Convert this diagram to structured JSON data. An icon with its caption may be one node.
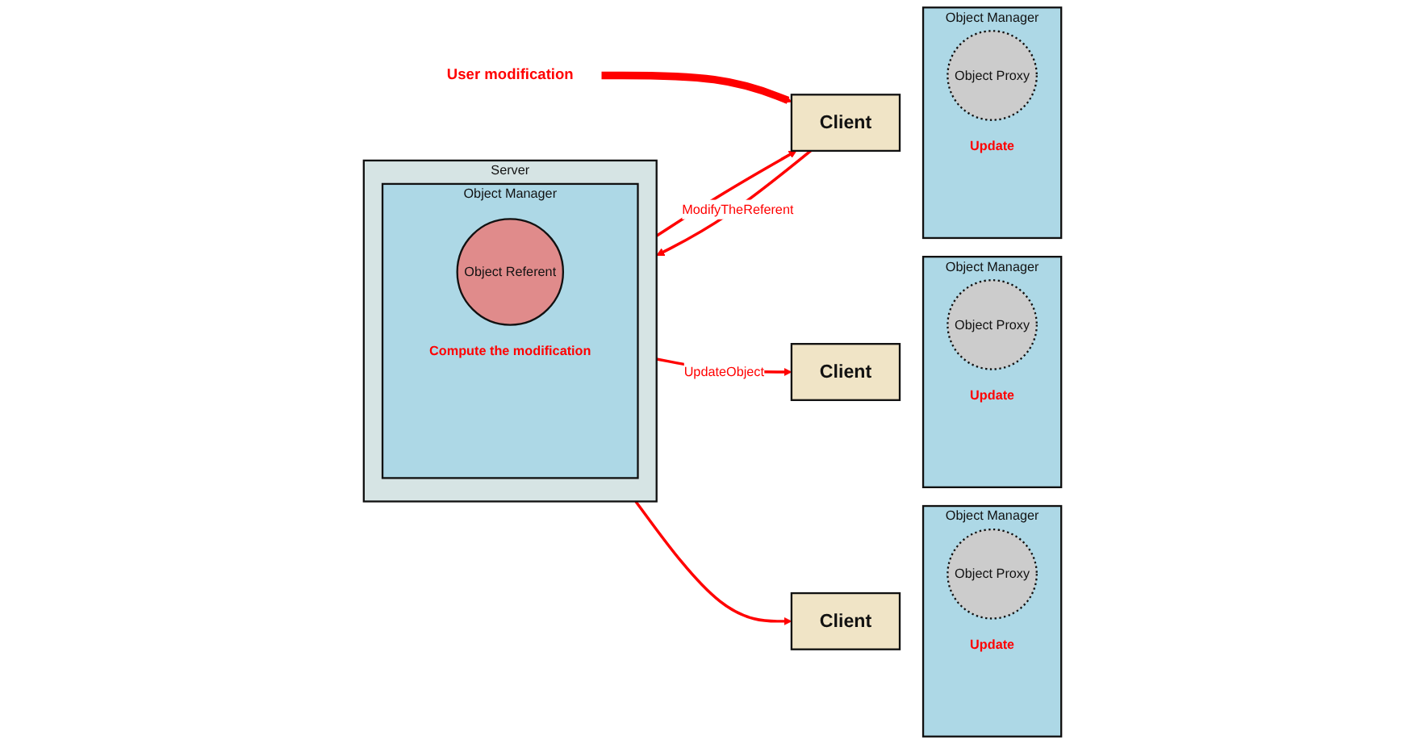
{
  "diagram": {
    "nodes": [
      {
        "text": [
          "Server"
        ]
      },
      {
        "text": [
          "Object Manager"
        ],
        "in": 0
      },
      {
        "text": [
          "Object Referent"
        ],
        "in": 1,
        "beside": [
          "Compute the modification"
        ]
      },
      {
        "text": [
          "Client"
        ]
      },
      {
        "text": [
          "Object Manager"
        ]
      },
      {
        "text": [
          "Object Proxy"
        ],
        "in": 4,
        "beside": [
          "Update"
        ]
      },
      {
        "text": [
          "Client"
        ]
      },
      {
        "text": [
          "Object Manager"
        ]
      },
      {
        "text": [
          "Object Proxy"
        ],
        "in": 7,
        "beside": [
          "Update"
        ]
      },
      {
        "text": [
          "Client"
        ]
      },
      {
        "text": [
          "Object Manager"
        ]
      },
      {
        "text": [
          "Object Proxy"
        ],
        "in": 10,
        "beside": [
          "Update"
        ]
      },
      {
        "text": [
          "User modification"
        ]
      }
    ],
    "edges": [
      {
        "from": 3,
        "to": 0,
        "arrow": "to",
        "label": "ModifyTheReferent"
      },
      {
        "from": 0,
        "to": 3,
        "arrow": "to"
      },
      {
        "from": 0,
        "to": 6,
        "arrow": "to",
        "label": "UpdateObject"
      },
      {
        "from": 0,
        "to": 9,
        "arrow": "to"
      },
      {
        "from": 12,
        "to": 3,
        "arrow": "to",
        "style": "thick"
      }
    ]
  }
}
